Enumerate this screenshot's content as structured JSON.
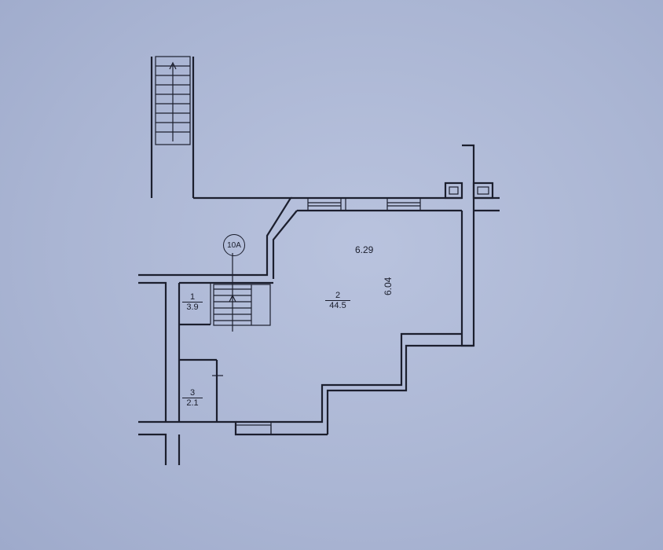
{
  "plan": {
    "main_room": {
      "number": "2",
      "area": "44.5"
    },
    "room_1": {
      "number": "1",
      "area": "3.9"
    },
    "room_3": {
      "number": "3",
      "area": "2.1"
    },
    "dimension_width": "6.29",
    "dimension_height": "6.04",
    "entrance_badge": "10А"
  }
}
